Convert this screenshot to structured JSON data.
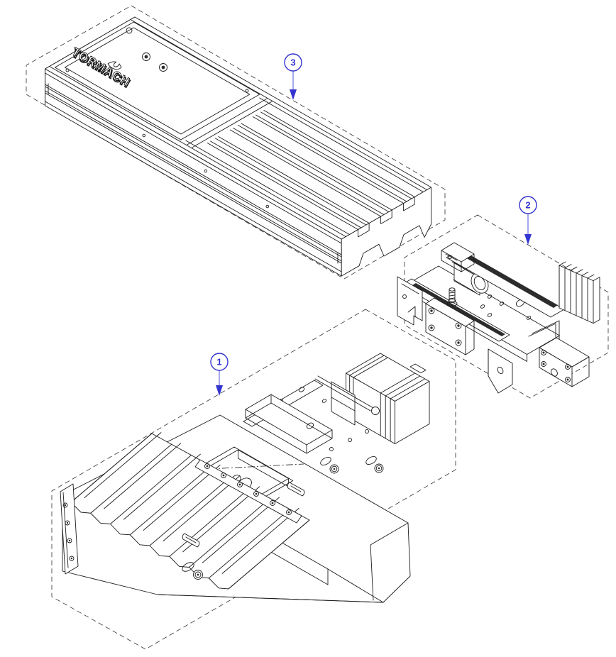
{
  "page": {
    "background": "#ffffff"
  },
  "drawing": {
    "brand_logo": "TORMACH",
    "colors": {
      "line": "#1c1c1c",
      "boundary_dash": "#3a3a3a",
      "callout_blue": "#3434cf",
      "callout_stem": "#8f93e6",
      "background": "#ffffff"
    },
    "callouts": [
      {
        "number": "1",
        "target": "base-assembly-with-bellows-and-motor"
      },
      {
        "number": "2",
        "target": "saddle-carriage-assembly"
      },
      {
        "number": "3",
        "target": "t-slot-table-with-tormach-logo"
      }
    ],
    "parts": [
      {
        "callout": "1",
        "name": "base assembly (way bellows, leveling screws, stepper motor)"
      },
      {
        "callout": "2",
        "name": "saddle assembly (linear rails, bearing boss, small bellows, bracket)"
      },
      {
        "callout": "3",
        "name": "T-slot table (logo cover plate, 3 T-slots, front rail, feet)"
      }
    ]
  }
}
